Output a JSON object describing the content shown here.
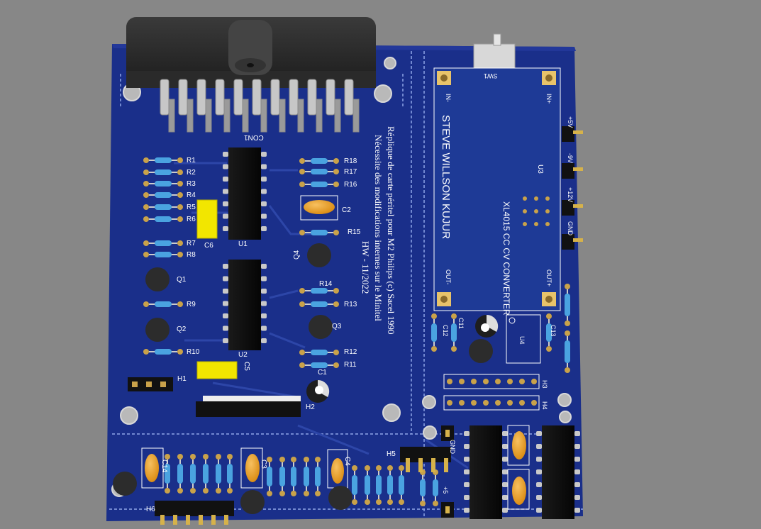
{
  "colors": {
    "background": "#878787",
    "board": "#1a2f8a",
    "silkscreen": "#ffffff",
    "module": "#1e3a96",
    "pad": "#c9a24a",
    "resistor": "#4aa3e0",
    "capacitor_yellow": "#f2e600",
    "capacitor_orange": "#e8a020",
    "ic": "#111111"
  },
  "board": {
    "title_lines": [
      "Réplique de carte péritel pour M2 Philips (c) Sacel 1990",
      "Nécessite des modifications internes sur le Minitel",
      "HW - 11/2022"
    ]
  },
  "connector": {
    "ref": "CON1"
  },
  "switch": {
    "ref": "SW1"
  },
  "module": {
    "ref": "U3",
    "author": "STEVE WILLSON KUJUR",
    "name": "XL4015 CC CV CONVERTER",
    "pins": {
      "in_minus": "IN-",
      "in_plus": "IN+",
      "out_minus": "OUT-",
      "out_plus": "OUT+"
    }
  },
  "power_labels": [
    "+5V",
    "-9V",
    "+12V",
    "GND"
  ],
  "refs": {
    "left_resistors": [
      "R1",
      "R2",
      "R3",
      "R4",
      "R5",
      "R6",
      "R7",
      "R8",
      "R9",
      "R10"
    ],
    "right_resistors": [
      "R18",
      "R17",
      "R16",
      "R15",
      "R14",
      "R13",
      "R12",
      "R11"
    ],
    "ics": [
      "U1",
      "U2",
      "U4"
    ],
    "transistors": [
      "Q1",
      "Q2",
      "Q3",
      "Q4"
    ],
    "caps": [
      "C1",
      "C2",
      "C3",
      "C4",
      "C5",
      "C6",
      "C11",
      "C12",
      "C13",
      "C14"
    ],
    "headers": [
      "H1",
      "H2",
      "H3",
      "H4",
      "H5",
      "H6"
    ],
    "gnd": "GND",
    "plus5": "+5"
  }
}
